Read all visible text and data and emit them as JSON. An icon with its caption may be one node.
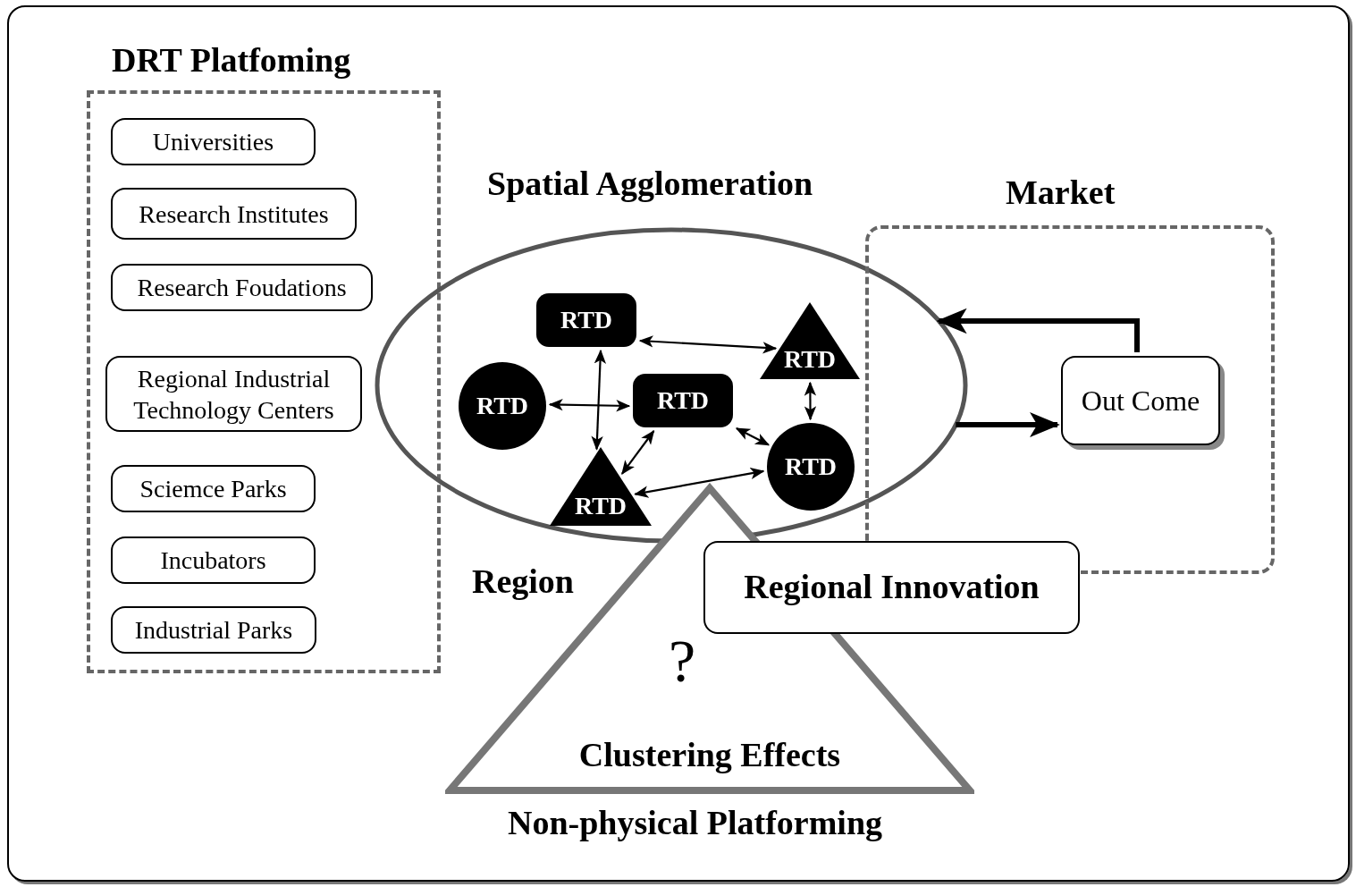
{
  "diagram": {
    "nodes": [
      {
        "text": [
          "DRT Platfoming"
        ]
      },
      {
        "text": [
          "Universities"
        ],
        "in": 0
      },
      {
        "text": [
          "Research Institutes"
        ],
        "in": 0
      },
      {
        "text": [
          "Research Foudations"
        ],
        "in": 0
      },
      {
        "text": [
          "Regional Industrial Technology Centers"
        ],
        "in": 0
      },
      {
        "text": [
          "Sciemce Parks"
        ],
        "in": 0
      },
      {
        "text": [
          "Incubators"
        ],
        "in": 0
      },
      {
        "text": [
          "Industrial Parks"
        ],
        "in": 0
      },
      {
        "text": [
          "Spatial Agglomeration"
        ]
      },
      {
        "text": [
          "RTD"
        ],
        "in": 8
      },
      {
        "text": [
          "RTD"
        ],
        "in": 8
      },
      {
        "text": [
          "RTD"
        ],
        "in": 8
      },
      {
        "text": [
          "RTD"
        ],
        "in": 8
      },
      {
        "text": [
          "RTD"
        ],
        "in": 8
      },
      {
        "text": [
          "RTD"
        ],
        "in": 8
      },
      {
        "text": [
          "Market"
        ]
      },
      {
        "text": [
          "Out Come"
        ],
        "in": 15
      },
      {
        "text": [
          "Regional Innovation"
        ]
      },
      {
        "text": [
          "?",
          "Clustering Effects"
        ],
        "beside": [
          "Non-physical Platforming"
        ]
      }
    ],
    "edges": [
      {
        "from": 9,
        "to": 12,
        "arrow": "both"
      },
      {
        "from": 9,
        "to": 13,
        "arrow": "both"
      },
      {
        "from": 10,
        "to": 11,
        "arrow": "both"
      },
      {
        "from": 11,
        "to": 14,
        "arrow": "both"
      },
      {
        "from": 12,
        "to": 14,
        "arrow": "both"
      },
      {
        "from": 11,
        "to": 13,
        "arrow": "both"
      },
      {
        "from": 13,
        "to": 14,
        "arrow": "both"
      },
      {
        "from": 16,
        "to": 8,
        "arrow": "to",
        "style": "thick"
      },
      {
        "from": 8,
        "to": 16,
        "arrow": "to",
        "style": "thick"
      }
    ],
    "labels": [
      "Region"
    ]
  }
}
